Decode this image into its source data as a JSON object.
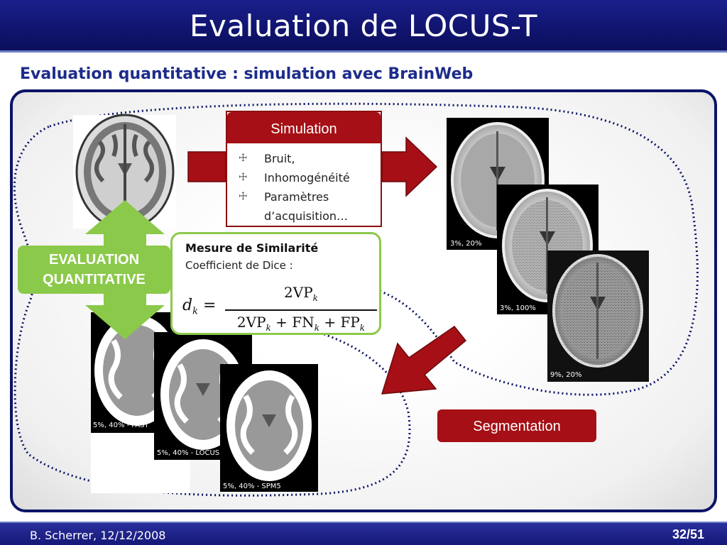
{
  "title": "Evaluation de LOCUS-T",
  "subtitle": "Evaluation quantitative : simulation avec BrainWeb",
  "simulation": {
    "header": "Simulation",
    "items": [
      "Bruit,",
      "Inhomogénéité",
      "Paramètres",
      "d’acquisition…"
    ],
    "bullet_marks": [
      "☩",
      "☩",
      "☩",
      ""
    ]
  },
  "similarity": {
    "title": "Mesure de Similarité",
    "subtitle": "Coefficient de Dice :",
    "formula": {
      "lhs_var": "d",
      "lhs_sub": "k",
      "equals": " =",
      "numerator": "2VP",
      "numerator_sub": "k",
      "denominator": [
        "2VP",
        "k",
        " + FN",
        "k",
        " + FP",
        "k"
      ]
    }
  },
  "evaluation": {
    "line1": "EVALUATION",
    "line2": "QUANTITATIVE"
  },
  "segmentation": {
    "label": "Segmentation"
  },
  "simulated_images": {
    "captions": [
      "3%, 20%",
      "3%, 100%",
      "9%, 20%"
    ]
  },
  "segmented_images": {
    "captions": [
      "5%, 40% - FAST",
      "5%, 40% - LOCUS",
      "5%, 40% - SPM5"
    ]
  },
  "footer": {
    "author_date": "B. Scherrer, 12/12/2008",
    "page": "32/51"
  },
  "colors": {
    "title_bar": "#10146e",
    "accent_red": "#a50f15",
    "accent_green": "#8bc94a",
    "subtitle_text": "#1d2b8a"
  }
}
